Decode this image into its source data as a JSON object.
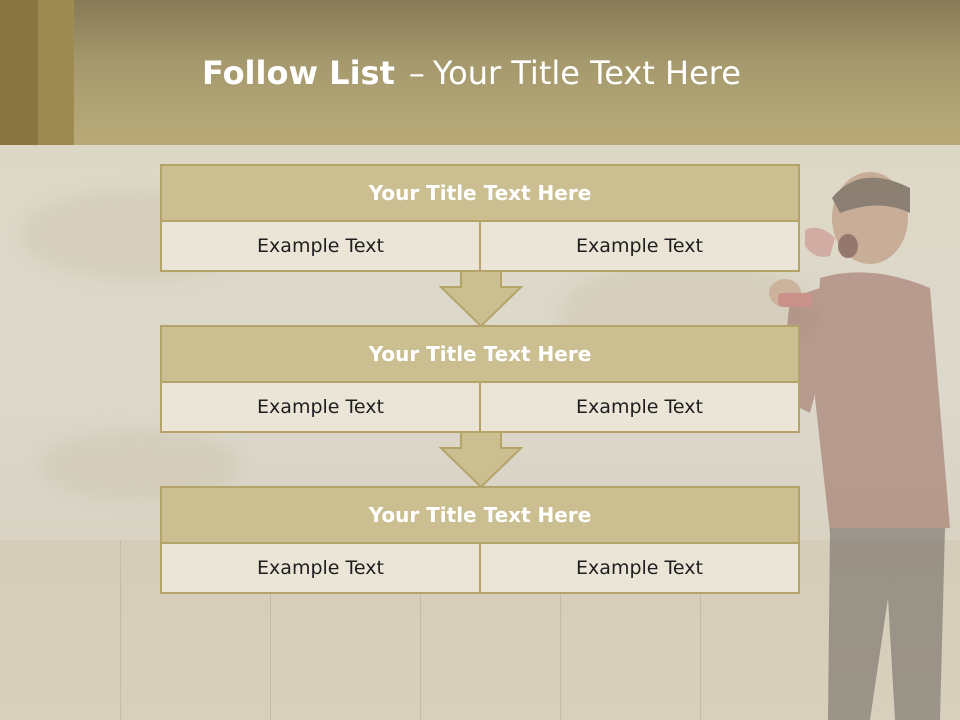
{
  "slide": {
    "title_bold": "Follow List",
    "title_dash": "–",
    "title_rest": "Your Title Text Here"
  },
  "blocks": [
    {
      "title": "Your Title Text Here",
      "left": "Example Text",
      "right": "Example Text"
    },
    {
      "title": "Your Title Text Here",
      "left": "Example Text",
      "right": "Example Text"
    },
    {
      "title": "Your Title Text Here",
      "left": "Example Text",
      "right": "Example Text"
    }
  ],
  "colors": {
    "header": "#a69a6e",
    "accent_strip_1": "#887641",
    "accent_strip_2": "#9d8b52",
    "block_title_bg": "#cbbf91",
    "block_border": "#b5a46a",
    "cell_bg": "#ebe5d8",
    "arrow_fill": "#cbbf91"
  },
  "icons": [
    "down-arrow-icon"
  ]
}
